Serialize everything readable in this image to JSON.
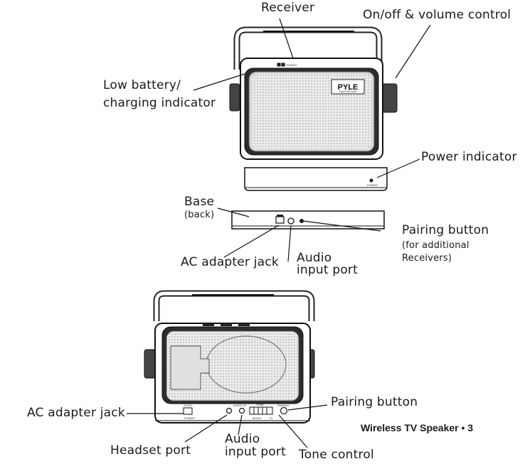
{
  "labels": {
    "receiver": "Receiver",
    "onoff_volume": "On/off & volume control",
    "low_battery_1": "Low battery/",
    "low_battery_2": "charging indicator",
    "power_indicator": "Power indicator",
    "base": "Base",
    "base_back": "(back)",
    "pairing_button": "Pairing button",
    "pairing_note_1": "(for additional",
    "pairing_note_2": "Receivers)",
    "ac_adapter_jack": "AC adapter jack",
    "audio_input_1": "Audio",
    "audio_input_2": "input port",
    "ac_adapter_jack_2": "AC adapter jack",
    "pairing_button_2": "Pairing button",
    "headset_port": "Headset port",
    "audio_input_3": "Audio",
    "audio_input_4": "input port",
    "tone_control": "Tone control"
  },
  "device_text": {
    "brand": "PYLE",
    "brand_sub": "PyleUSA.com",
    "power_small": "POWER",
    "dc_small": "DC5V",
    "audio_in_small": "AUDIO IN",
    "tone_small": "TONE",
    "pairing_small": "PAIRING",
    "music_small": "MUSIC",
    "tv_small": "TV"
  },
  "footer": {
    "text": "Wireless TV Speaker • 3"
  }
}
